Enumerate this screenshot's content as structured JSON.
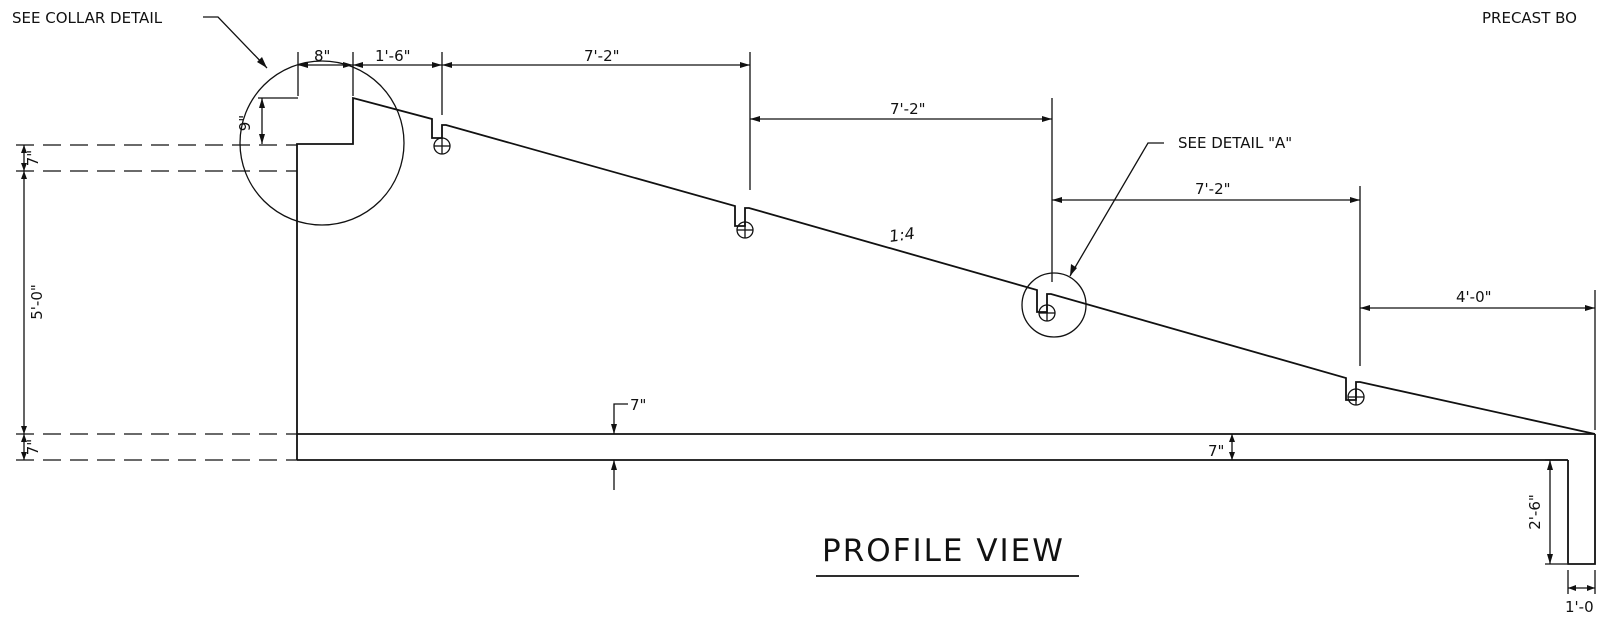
{
  "labels": {
    "collar_callout": "SEE COLLAR DETAIL",
    "detail_a_callout": "SEE DETAIL \"A\"",
    "corner_note": "PRECAST BO",
    "slope": "1:4",
    "title": "PROFILE VIEW"
  },
  "dimensions": {
    "d_8in": "8\"",
    "d_1ft6in": "1'-6\"",
    "d_7ft2in_a": "7'-2\"",
    "d_7ft2in_b": "7'-2\"",
    "d_7ft2in_c": "7'-2\"",
    "d_4ft0in": "4'-0\"",
    "d_9in": "9\"",
    "d_7in_top_left": "7\"",
    "d_5ft0in": "5'-0\"",
    "d_7in_bottom_left": "7\"",
    "d_7in_slab_callout": "7\"",
    "d_7in_slab_right": "7\"",
    "d_2ft6in": "2'-6\"",
    "d_1ft0": "1'-0"
  },
  "colors": {
    "ink": "#111111",
    "paper": "#ffffff"
  }
}
